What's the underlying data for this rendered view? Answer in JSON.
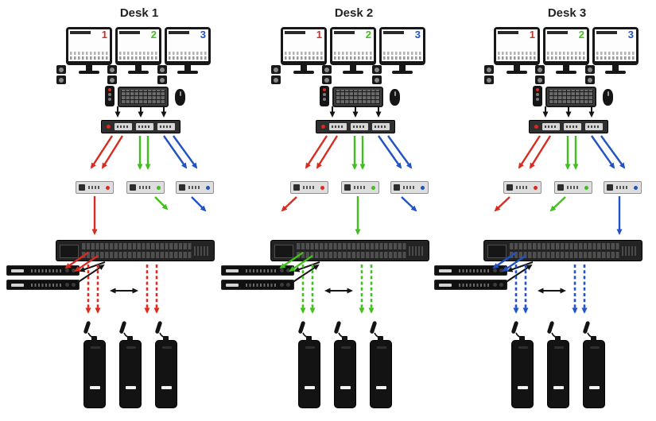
{
  "canvas": {
    "background": "#ffffff"
  },
  "colors": {
    "red": "#d92b20",
    "green": "#41bf1e",
    "blue": "#2253c3",
    "ink": "#141414"
  },
  "desks": [
    {
      "title": "Desk 1",
      "accent": "red",
      "monitors": [
        {
          "label": "1",
          "color": "red"
        },
        {
          "label": "2",
          "color": "green"
        },
        {
          "label": "3",
          "color": "blue"
        }
      ]
    },
    {
      "title": "Desk 2",
      "accent": "green",
      "monitors": [
        {
          "label": "1",
          "color": "red"
        },
        {
          "label": "2",
          "color": "green"
        },
        {
          "label": "3",
          "color": "blue"
        }
      ]
    },
    {
      "title": "Desk 3",
      "accent": "blue",
      "monitors": [
        {
          "label": "1",
          "color": "red"
        },
        {
          "label": "2",
          "color": "green"
        },
        {
          "label": "3",
          "color": "blue"
        }
      ]
    }
  ]
}
